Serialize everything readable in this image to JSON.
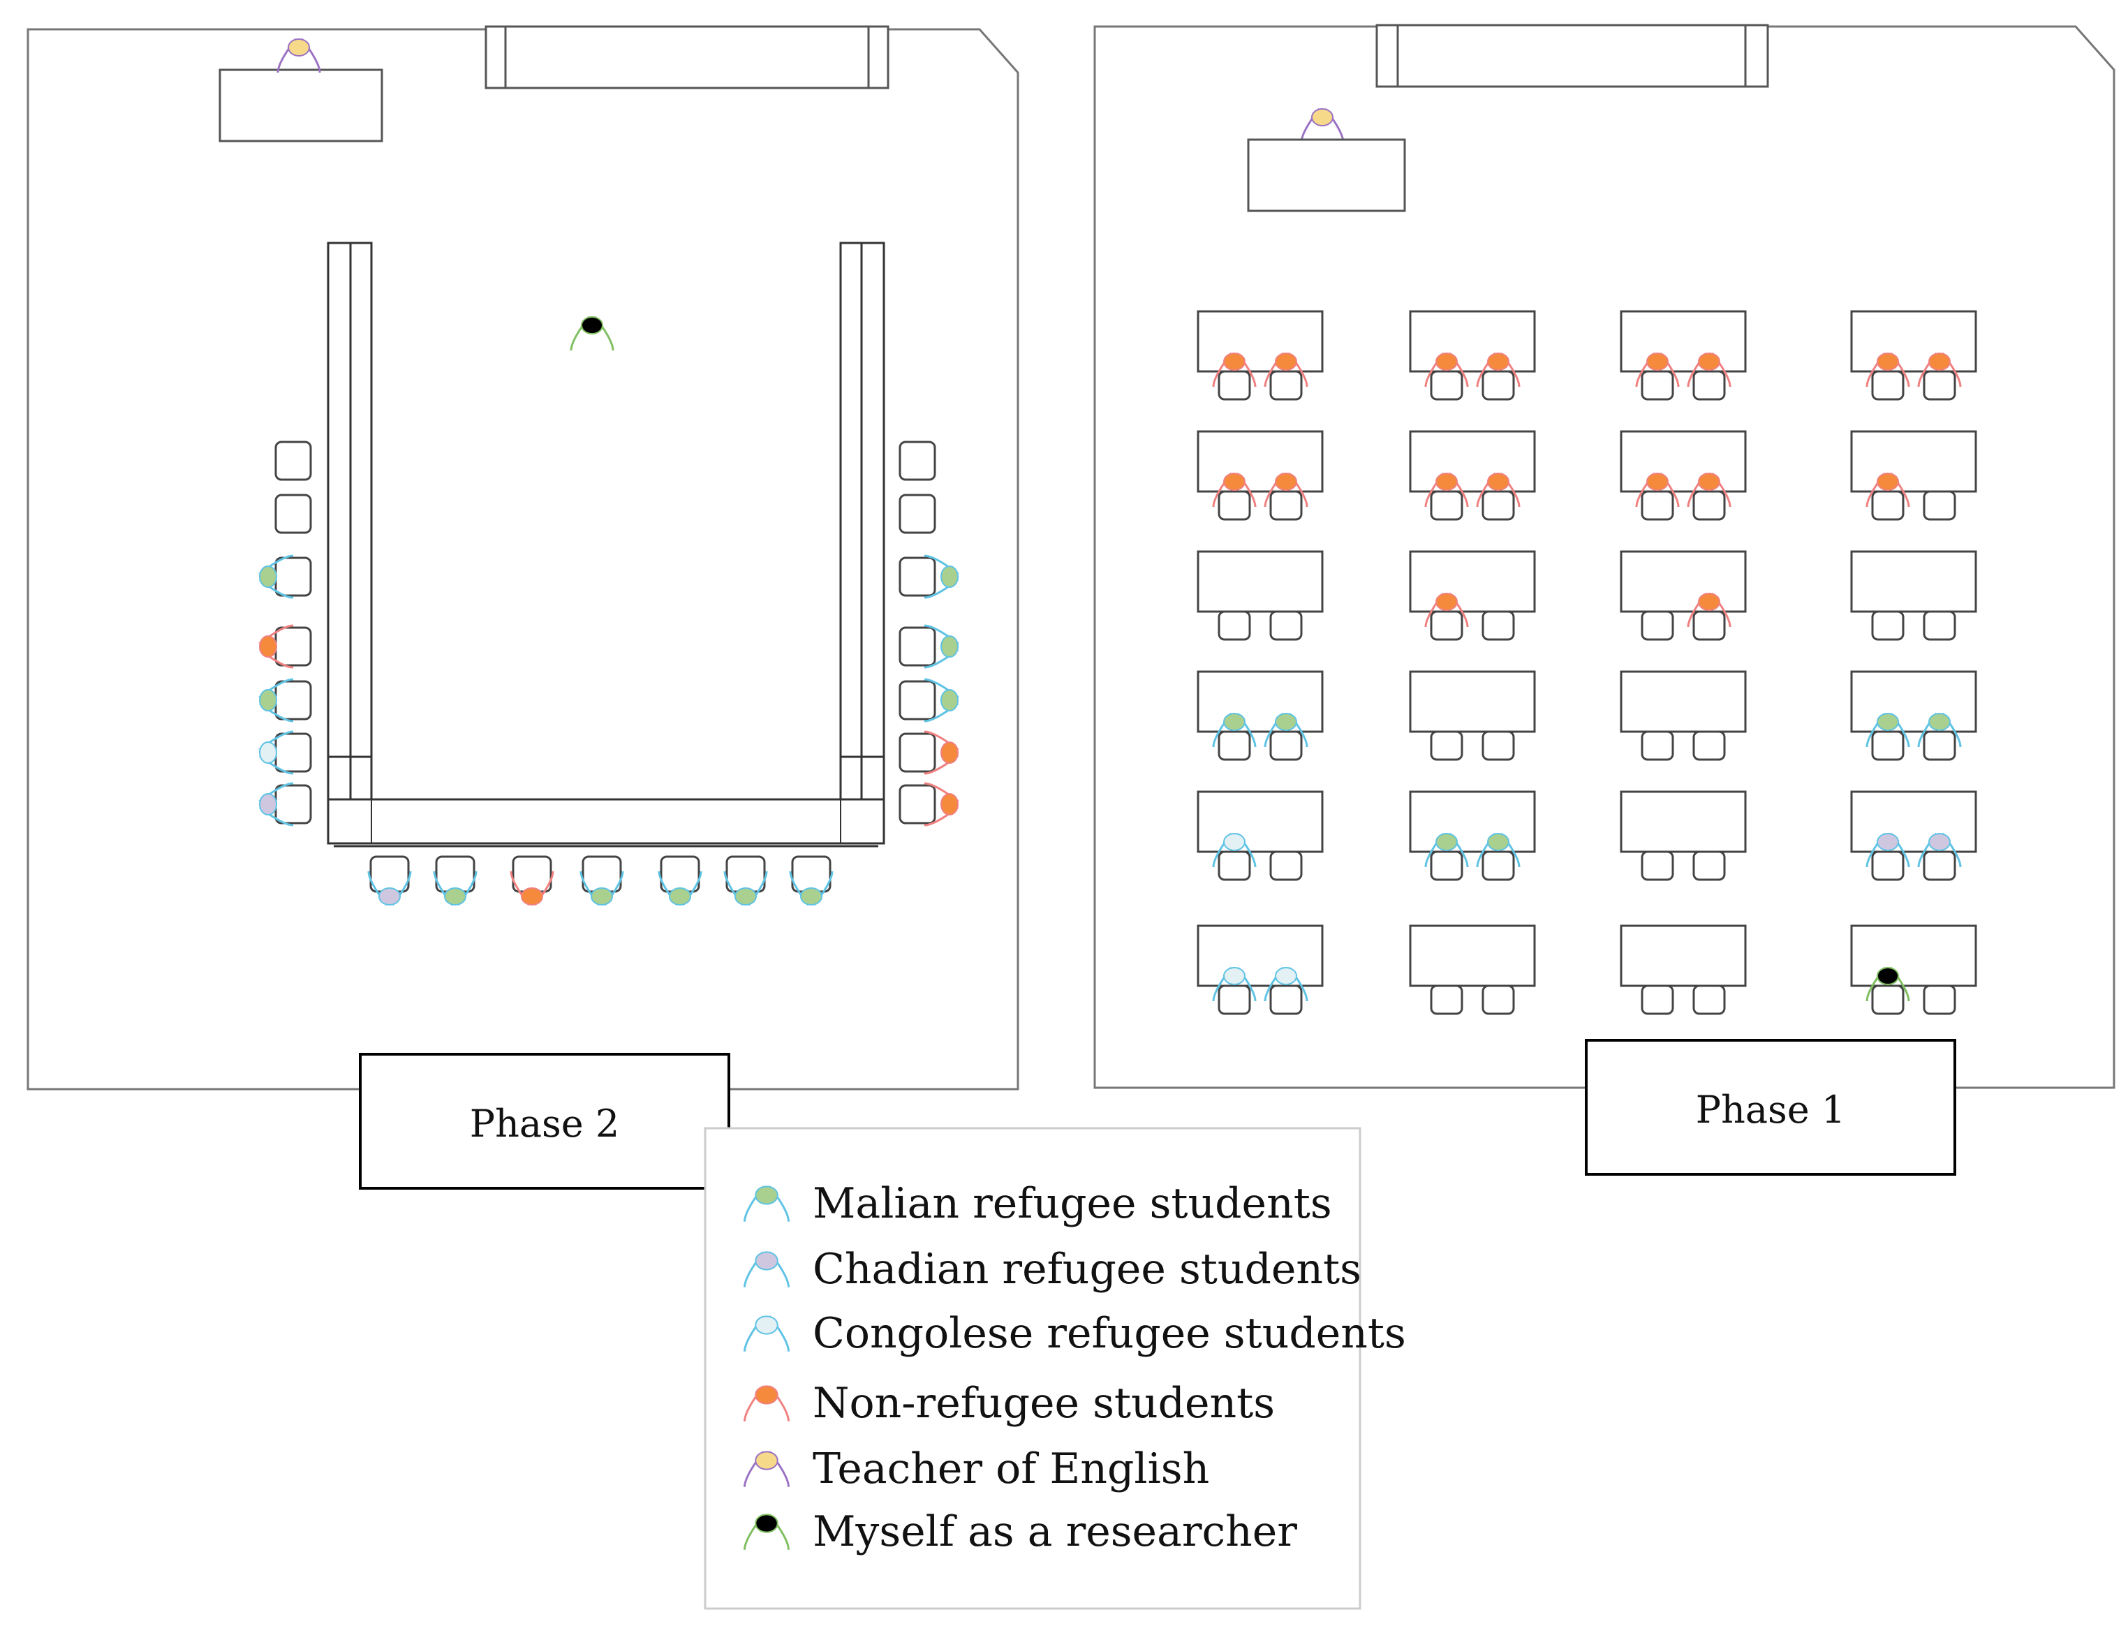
{
  "phase1": {
    "label": "Phase 1"
  },
  "phase2": {
    "label": "Phase 2"
  },
  "legend": {
    "items": [
      {
        "key": "malian",
        "label": "Malian refugee students",
        "fill": "#a9d08e",
        "outline": "#5fc3e4"
      },
      {
        "key": "chadian",
        "label": "Chadian refugee students",
        "fill": "#cfc7e0",
        "outline": "#5fc3e4"
      },
      {
        "key": "congolese",
        "label": "Congolese refugee students",
        "fill": "#e3f1f4",
        "outline": "#5fc3e4"
      },
      {
        "key": "nonrefugee",
        "label": "Non-refugee students",
        "fill": "#f58a3c",
        "outline": "#f08080"
      },
      {
        "key": "teacher",
        "label": "Teacher of English",
        "fill": "#f7d98a",
        "outline": "#9b72c4"
      },
      {
        "key": "researcher",
        "label": "Myself  as a researcher",
        "fill": "#000000",
        "outline": "#7fbf60"
      }
    ]
  },
  "phase1_rows": [
    [
      "nonrefugee nonrefugee",
      "nonrefugee nonrefugee",
      "nonrefugee nonrefugee",
      "nonrefugee nonrefugee"
    ],
    [
      "nonrefugee nonrefugee",
      "nonrefugee nonrefugee",
      "nonrefugee nonrefugee",
      "nonrefugee empty"
    ],
    [
      "empty empty",
      "nonrefugee empty",
      "empty nonrefugee",
      "empty empty"
    ],
    [
      "malian malian",
      "empty empty",
      "empty empty",
      "malian malian"
    ],
    [
      "congolese empty",
      "malian malian",
      "empty empty",
      "chadian chadian"
    ],
    [
      "congolese congolese",
      "empty empty",
      "empty empty",
      "researcher empty"
    ]
  ],
  "phase2_left": [
    "empty",
    "empty",
    "malian",
    "nonrefugee",
    "malian",
    "congolese",
    "chadian"
  ],
  "phase2_right": [
    "empty",
    "empty",
    "malian",
    "malian",
    "malian",
    "nonrefugee",
    "nonrefugee"
  ],
  "phase2_bottom": [
    "chadian",
    "malian",
    "nonrefugee",
    "malian",
    "malian",
    "malian",
    "malian"
  ]
}
